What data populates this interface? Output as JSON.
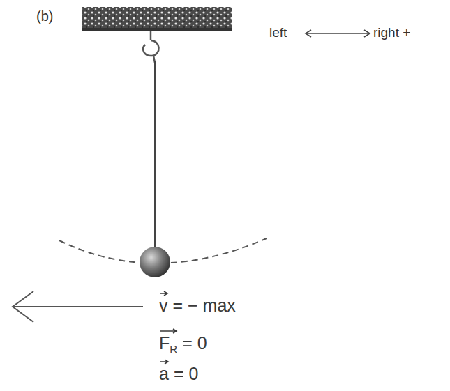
{
  "diagram": {
    "labels": [
      "(b)",
      "left",
      "right +",
      "v",
      "= − max",
      "F",
      "R",
      "= 0",
      "a",
      "= 0"
    ]
  }
}
